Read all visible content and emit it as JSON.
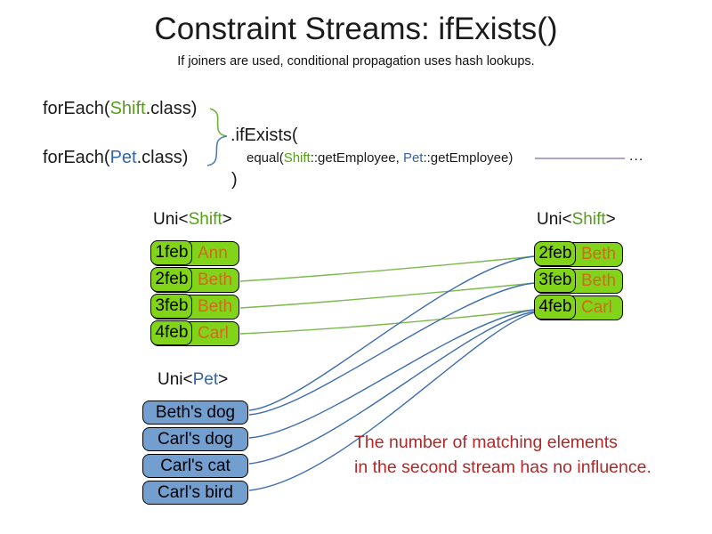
{
  "title": "Constraint Streams: ifExists()",
  "subtitle": "If joiners are used, conditional propagation uses hash lookups.",
  "code": {
    "foreach_shift": {
      "prefix": "forEach(",
      "type": "Shift",
      "suffix": ".class)"
    },
    "foreach_pet": {
      "prefix": "forEach(",
      "type": "Pet",
      "suffix": ".class)"
    },
    "if_exists": ".ifExists(",
    "joiner": {
      "prefix": "equal(",
      "left_type": "Shift",
      "left_rest": "::getEmployee, ",
      "right_type": "Pet",
      "right_rest": "::getEmployee)"
    },
    "close_paren": ")",
    "ellipsis": "..."
  },
  "left_stream": {
    "label_prefix": "Uni<",
    "label_type": "Shift",
    "label_suffix": ">",
    "rows": [
      {
        "date": "1feb",
        "name": "Ann"
      },
      {
        "date": "2feb",
        "name": "Beth"
      },
      {
        "date": "3feb",
        "name": "Beth"
      },
      {
        "date": "4feb",
        "name": "Carl"
      }
    ]
  },
  "right_stream": {
    "label_prefix": "Uni<",
    "label_type": "Shift",
    "label_suffix": ">",
    "rows": [
      {
        "date": "2feb",
        "name": "Beth"
      },
      {
        "date": "3feb",
        "name": "Beth"
      },
      {
        "date": "4feb",
        "name": "Carl"
      }
    ]
  },
  "pet_stream": {
    "label_prefix": "Uni<",
    "label_type": "Pet",
    "label_suffix": ">",
    "rows": [
      {
        "name": "Beth's dog"
      },
      {
        "name": "Carl's dog"
      },
      {
        "name": "Carl's cat"
      },
      {
        "name": "Carl's bird"
      }
    ]
  },
  "note": {
    "line1": "The number of matching elements",
    "line2": "in the second stream has no influence."
  },
  "connections": {
    "green_shift_to_shift": [
      {
        "from": "2feb Beth",
        "to": "2feb Beth"
      },
      {
        "from": "3feb Beth",
        "to": "3feb Beth"
      },
      {
        "from": "4feb Carl",
        "to": "4feb Carl"
      }
    ],
    "blue_pet_to_shift": [
      {
        "from": "Beth's dog",
        "to": "2feb Beth"
      },
      {
        "from": "Beth's dog",
        "to": "3feb Beth"
      },
      {
        "from": "Carl's dog",
        "to": "4feb Carl"
      },
      {
        "from": "Carl's cat",
        "to": "4feb Carl"
      },
      {
        "from": "Carl's bird",
        "to": "4feb Carl"
      }
    ]
  },
  "colors": {
    "shift_text_green": "#579d1c",
    "pet_text_blue": "#3465a4",
    "box_green": "#81d41a",
    "box_blue": "#729fcf",
    "name_orange": "#d2691e",
    "line_green": "#7cb94e",
    "line_blue": "#3d6cb0",
    "note_red": "#b22828",
    "joiner_line_purple": "#9a82ba"
  }
}
